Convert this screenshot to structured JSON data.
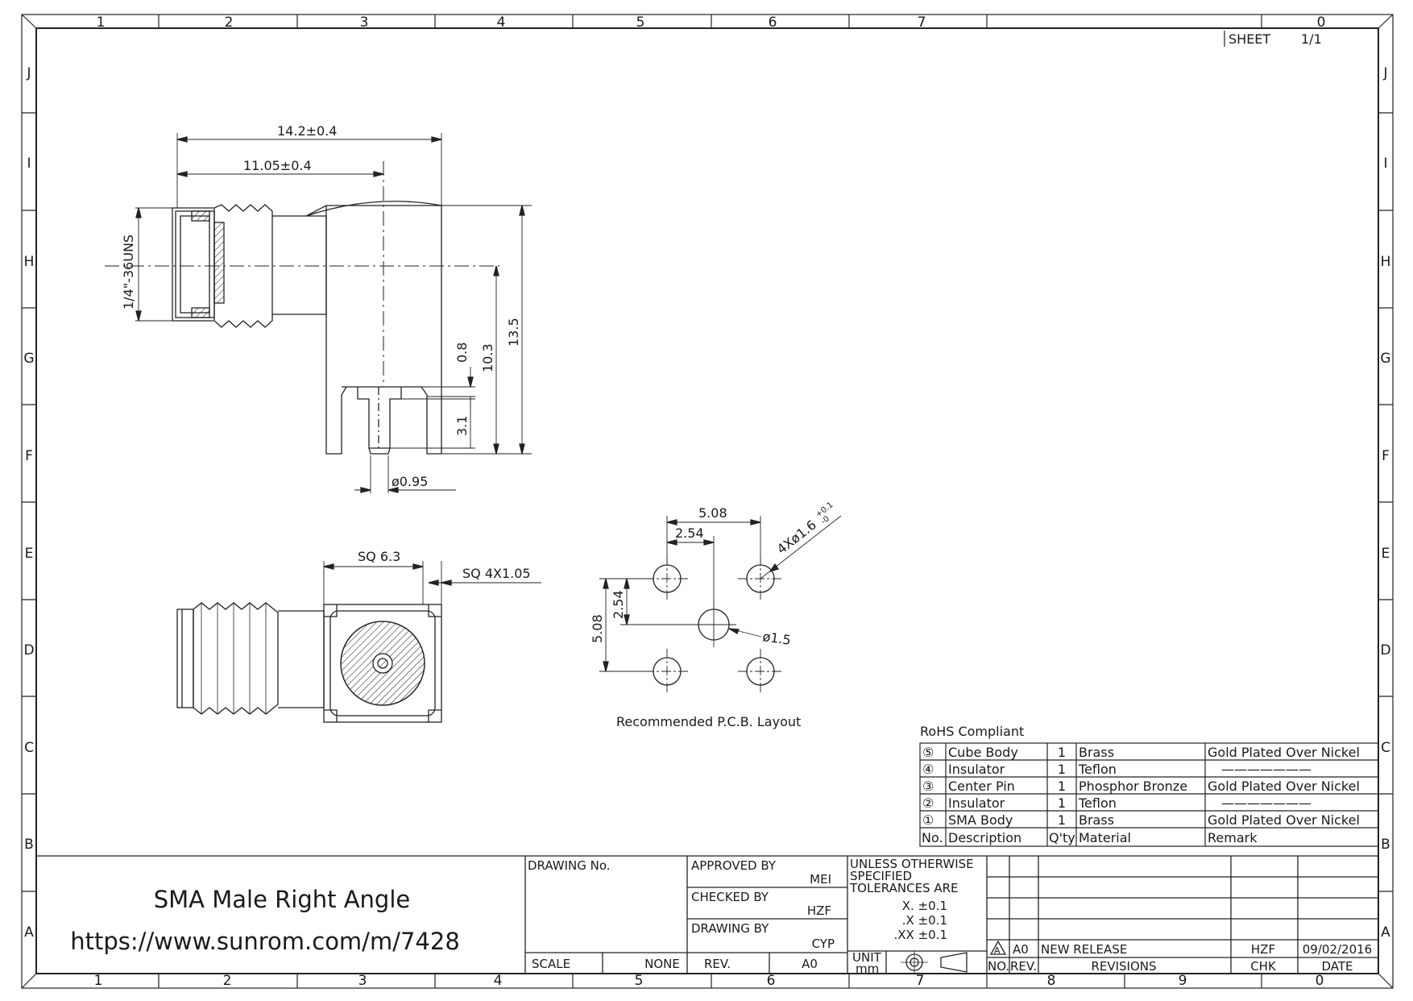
{
  "border": {
    "columns_top": [
      "1",
      "2",
      "3",
      "4",
      "5",
      "6",
      "7",
      "0"
    ],
    "columns_bottom": [
      "1",
      "2",
      "3",
      "4",
      "5",
      "6",
      "7",
      "8",
      "9",
      "0"
    ],
    "rows": [
      "J",
      "I",
      "H",
      "G",
      "F",
      "E",
      "D",
      "C",
      "B",
      "A"
    ]
  },
  "sheet": {
    "label": "SHEET",
    "value": "1/1"
  },
  "side_view": {
    "dim_overall": "14.2±0.4",
    "dim_body": "11.05±0.4",
    "thread": "1/4\"-36UNS",
    "dim_height": "13.5",
    "dim_center": "10.3",
    "dim_step": "0.8",
    "dim_pin": "3.1",
    "dim_dia": "ø0.95"
  },
  "front_view": {
    "dim_square": "SQ 6.3",
    "dim_legs": "SQ 4X1.05"
  },
  "pcb": {
    "dim_pitch_x": "5.08",
    "dim_half_x": "2.54",
    "dim_pitch_y": "5.08",
    "dim_half_y": "2.54",
    "hole_outer": "4Xø1.6",
    "hole_tol_plus": "+0.1",
    "hole_tol_minus": "-0",
    "hole_center": "ø1.5",
    "caption": "Recommended P.C.B. Layout"
  },
  "bom": {
    "title": "RoHS Compliant",
    "rows": [
      {
        "no": "⑤",
        "description": "Cube Body",
        "qty": "1",
        "material": "Brass",
        "remark": "Gold Plated Over Nickel"
      },
      {
        "no": "④",
        "description": "Insulator",
        "qty": "1",
        "material": "Teflon",
        "remark": "———————"
      },
      {
        "no": "③",
        "description": "Center Pin",
        "qty": "1",
        "material": "Phosphor Bronze",
        "remark": "Gold Plated Over Nickel"
      },
      {
        "no": "②",
        "description": "Insulator",
        "qty": "1",
        "material": "Teflon",
        "remark": "———————"
      },
      {
        "no": "①",
        "description": "SMA Body",
        "qty": "1",
        "material": "Brass",
        "remark": "Gold Plated Over Nickel"
      }
    ],
    "header": {
      "no": "No.",
      "description": "Description",
      "qty": "Q'ty",
      "material": "Material",
      "remark": "Remark"
    }
  },
  "title_block": {
    "product_name": "SMA Male Right Angle",
    "url": "https://www.sunrom.com/m/7428",
    "drawing_no_label": "DRAWING No.",
    "approved_label": "APPROVED BY",
    "approved_value": "MEI",
    "checked_label": "CHECKED BY",
    "checked_value": "HZF",
    "drawn_label": "DRAWING BY",
    "drawn_value": "CYP",
    "scale_label": "SCALE",
    "scale_value": "NONE",
    "rev_label": "REV.",
    "rev_value": "A0",
    "tol_line1": "UNLESS OTHERWISE",
    "tol_line2": "SPECIFIED",
    "tol_line3": "TOLERANCES ARE",
    "tol_x": "X.  ±0.1",
    "tol_x1": ".X  ±0.1",
    "tol_x2": ".XX  ±0.1",
    "unit_label": "UNIT",
    "unit_value": "mm"
  },
  "revisions": {
    "row": {
      "no": "A",
      "rev": "A0",
      "desc": "NEW RELEASE",
      "chk": "HZF",
      "date": "09/02/2016"
    },
    "header": {
      "no": "NO.",
      "rev": "REV.",
      "desc": "REVISIONS",
      "chk": "CHK",
      "date": "DATE"
    }
  }
}
